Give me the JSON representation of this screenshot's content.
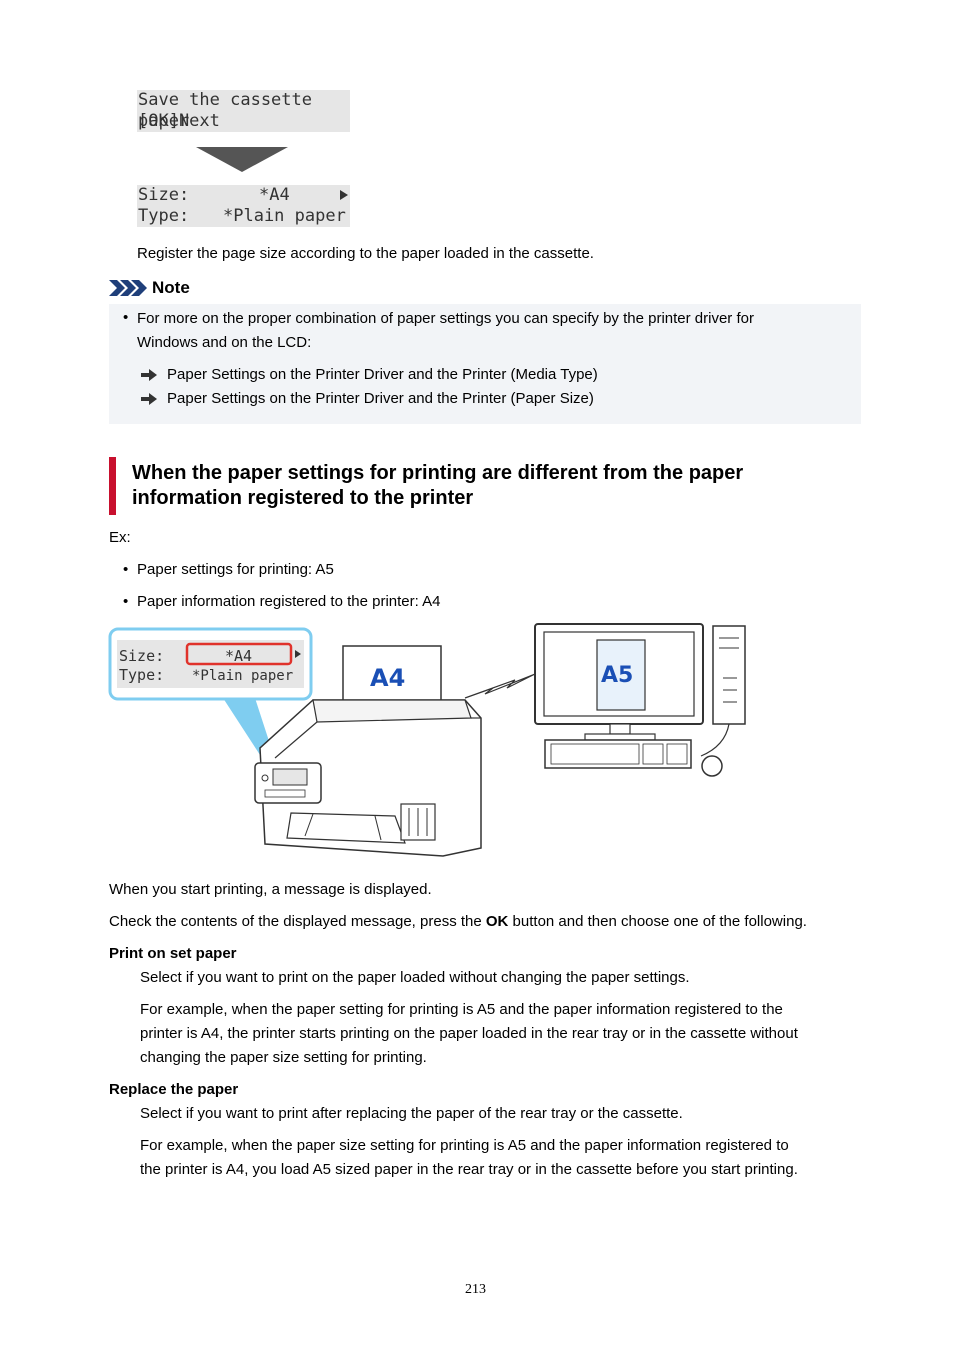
{
  "lcd_top": {
    "line1": "Save the cassette paper",
    "line2": "[OK]Next"
  },
  "lcd_bottom": {
    "size_label": "Size:",
    "size_value": "*A4",
    "type_label": "Type:",
    "type_value": "*Plain paper"
  },
  "intro_text": "Register the page size according to the paper loaded in the cassette.",
  "note": {
    "title": "Note",
    "bullet_line1": "For more on the proper combination of paper settings you can specify by the printer driver for",
    "bullet_line2": "Windows and on the LCD:",
    "links": [
      "Paper Settings on the Printer Driver and the Printer (Media Type)",
      "Paper Settings on the Printer Driver and the Printer (Paper Size)"
    ]
  },
  "section": {
    "heading_line1": "When the paper settings for printing are different from the paper",
    "heading_line2": "information registered to the printer",
    "ex_label": "Ex:",
    "bullets": [
      "Paper settings for printing: A5",
      "Paper information registered to the printer: A4"
    ]
  },
  "illustration": {
    "size_label": "Size:",
    "size_value": "*A4",
    "type_label": "Type:",
    "type_value": "*Plain paper",
    "paper_label": "A4",
    "screen_label": "A5",
    "colors": {
      "callout": "#7fcdf0",
      "highlight": "#e0322b",
      "paper_text": "#1a4fb5"
    }
  },
  "body": {
    "p1": "When you start printing, a message is displayed.",
    "p2_before": "Check the contents of the displayed message, press the ",
    "p2_bold": "OK",
    "p2_after": " button and then choose one of the following."
  },
  "print_on_set": {
    "title": "Print on set paper",
    "desc": "Select if you want to print on the paper loaded without changing the paper settings.",
    "ex_line1": "For example, when the paper setting for printing is A5 and the paper information registered to the",
    "ex_line2": "printer is A4, the printer starts printing on the paper loaded in the rear tray or in the cassette without",
    "ex_line3": "changing the paper size setting for printing."
  },
  "replace": {
    "title": "Replace the paper",
    "desc": "Select if you want to print after replacing the paper of the rear tray or the cassette.",
    "ex_line1": "For example, when the paper size setting for printing is A5 and the paper information registered to",
    "ex_line2": "the printer is A4, you load A5 sized paper in the rear tray or in the cassette before you start printing."
  },
  "page_number": "213",
  "accent_color": "#c8102e"
}
